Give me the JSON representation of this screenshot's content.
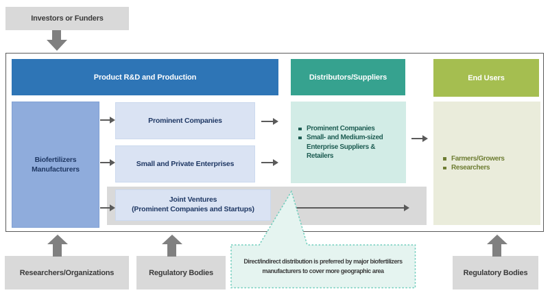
{
  "top": {
    "investors_label": "Investors or Funders"
  },
  "diagram": {
    "headers": {
      "production": {
        "label": "Product R&D and Production",
        "color": "#2e75b6"
      },
      "distributors": {
        "label": "Distributors/Suppliers",
        "color": "#36a28f"
      },
      "end_users": {
        "label": "End Users",
        "color": "#a5be50"
      }
    },
    "manufacturers_label": "Biofertilizers Manufacturers",
    "production_boxes": [
      "Prominent Companies",
      "Small and Private Enterprises"
    ],
    "joint_ventures": {
      "line1": "Joint Ventures",
      "line2": "(Prominent Companies and Startups)"
    },
    "distributors_items": [
      "Prominent Companies",
      "Small- and Medium-sized Enterprise Suppliers & Retailers"
    ],
    "end_users_items": [
      "Farmers/Growers",
      "Researchers"
    ]
  },
  "bottom": {
    "researchers_label": "Researchers/Organizations",
    "regulatory_left_label": "Regulatory Bodies",
    "regulatory_right_label": "Regulatory Bodies"
  },
  "callout": {
    "line1": "Direct/indirect distribution is preferred by major biofertilizers",
    "line2": "manufacturers to cover more geographic area"
  },
  "colors": {
    "header_blue": "#2e75b6",
    "manufacturers_blue": "#8facdc",
    "pale_blue": "#dae3f3",
    "header_teal": "#36a28f",
    "pale_teal": "#d2ece6",
    "header_green": "#a5be50",
    "pale_green": "#eaecdb",
    "gray_box": "#d9d9d9",
    "block_arrow_gray": "#808080",
    "thin_arrow_gray": "#5a5a5a",
    "callout_fill": "#e5f4f0",
    "callout_border": "#6fcdbc",
    "navy_text": "#1f3864",
    "teal_text": "#1d5c52",
    "olive_text": "#6e7d33"
  }
}
